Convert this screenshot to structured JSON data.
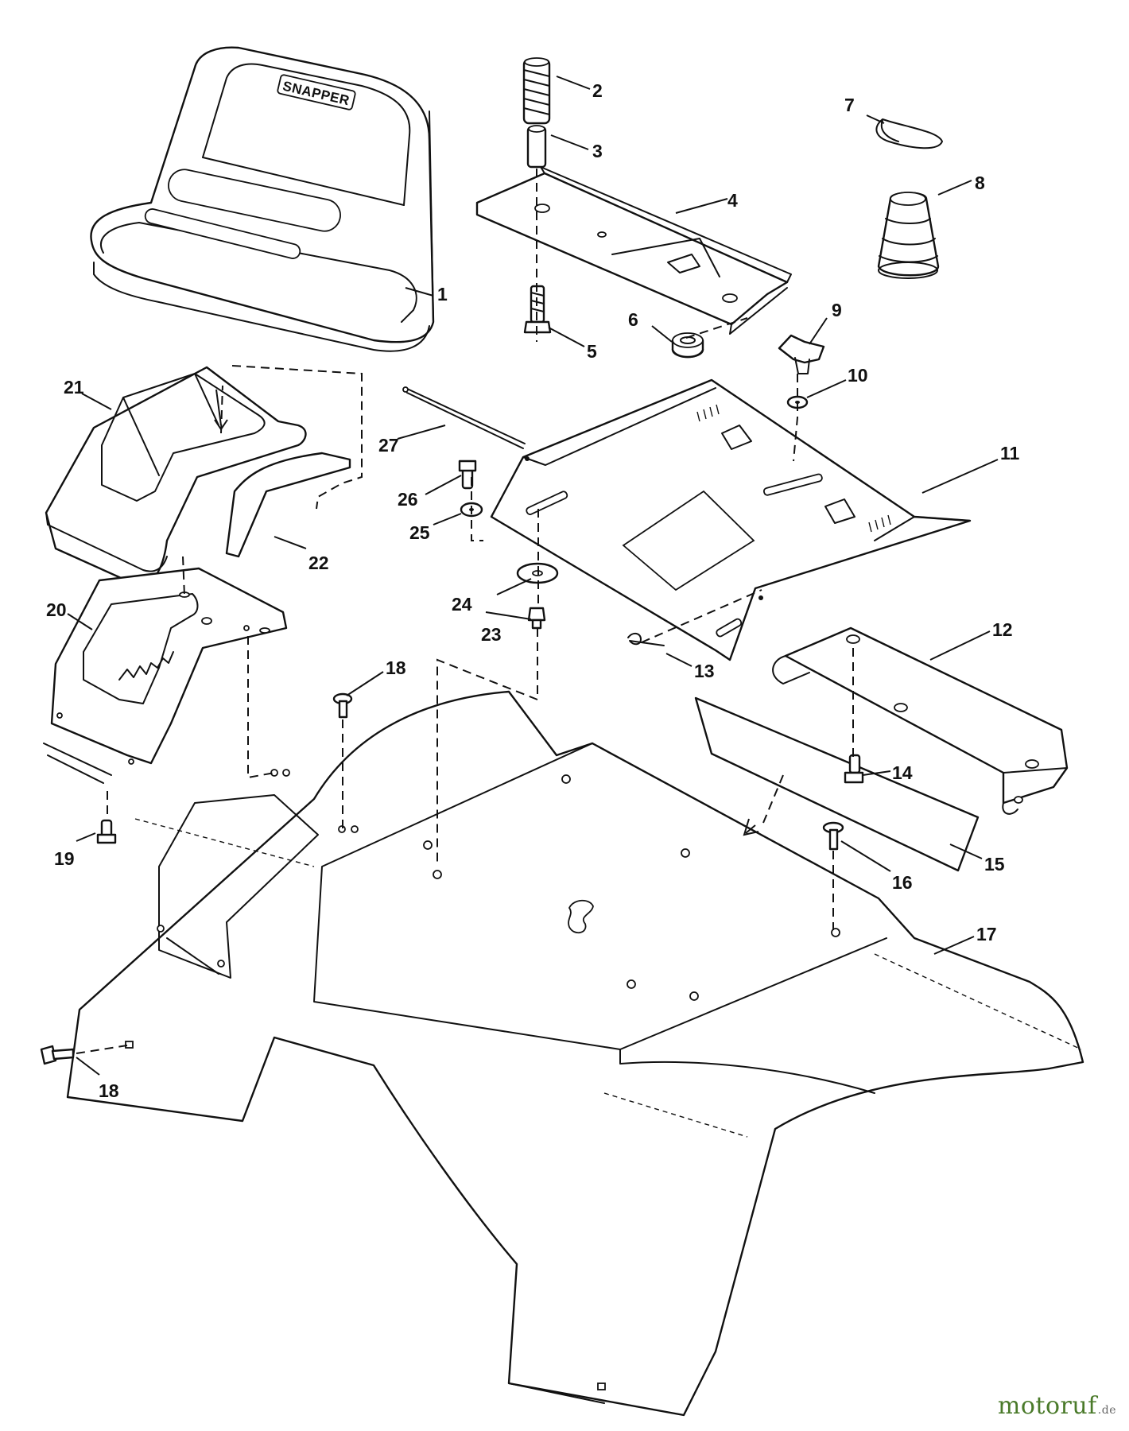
{
  "diagram": {
    "brand_label": "SNAPPER",
    "callouts": [
      "1",
      "2",
      "3",
      "4",
      "5",
      "6",
      "7",
      "8",
      "9",
      "10",
      "11",
      "12",
      "13",
      "14",
      "15",
      "16",
      "17",
      "18",
      "18",
      "19",
      "20",
      "21",
      "22",
      "23",
      "24",
      "25",
      "26",
      "27"
    ]
  },
  "watermark": {
    "text": "motoruf",
    "suffix": ".de"
  }
}
